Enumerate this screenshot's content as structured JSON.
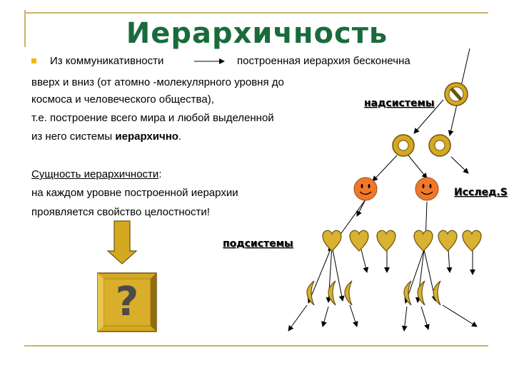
{
  "title": "Иерархичность",
  "paragraph1": {
    "part_a": "Из коммуникативности",
    "part_b": "построенная иерархия бесконечна",
    "line2": "вверх и вниз (от атомно -молекулярного уровня до",
    "line3": "космоса и человеческого общества),",
    "line4": "т.е. построение всего мира и любой  выделенной",
    "line5_prefix": "из него системы ",
    "line5_bold": "иерархично",
    "line5_suffix": "."
  },
  "paragraph2": {
    "heading": "Сущность иерархичности",
    "heading_suffix": ":",
    "line1": "на каждом уровне построенной иерархии",
    "line2": "проявляется свойство целостности!"
  },
  "labels": {
    "supersystems": "надсистемы",
    "subsystems": "подсистемы",
    "research": "Исслед.S"
  },
  "question_mark": "?",
  "colors": {
    "title": "#1a6b3c",
    "accent_gold": "#d4a820",
    "smiley": "#f0782a",
    "heart": "#d8b230",
    "frame": "#c9b46a",
    "bullet": "#f2b705"
  },
  "icons": [
    "no-entry-icon",
    "ring-icon",
    "smiley-icon",
    "heart-icon",
    "crescent-icon",
    "down-arrow-icon",
    "question-icon"
  ]
}
